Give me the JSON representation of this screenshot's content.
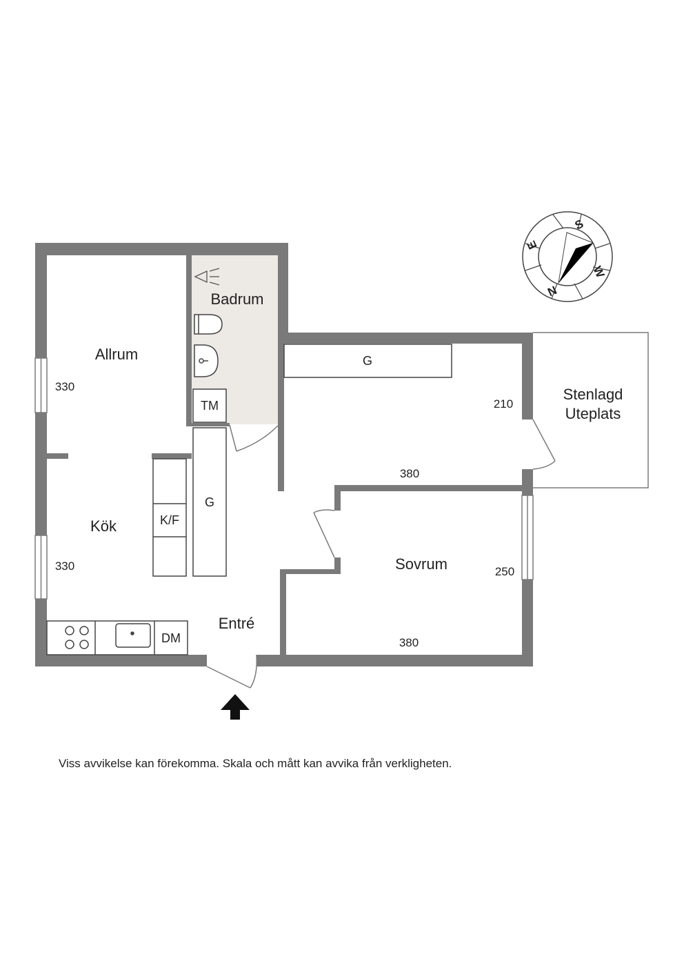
{
  "rooms": {
    "allrum": "Allrum",
    "badrum": "Badrum",
    "kok": "Kök",
    "entre": "Entré",
    "sovrum": "Sovrum",
    "uteplats_line1": "Stenlagd",
    "uteplats_line2": "Uteplats"
  },
  "dimensions": {
    "allrum_height": "330",
    "kok_height": "330",
    "hall_depth": "210",
    "hall_width": "380",
    "sovrum_depth": "250",
    "sovrum_width": "380"
  },
  "fixtures": {
    "hall_wardrobe": "G",
    "kitchen_wardrobe": "G",
    "washer": "TM",
    "fridge_freezer": "K/F",
    "dishwasher": "DM"
  },
  "compass": {
    "s": "S",
    "w": "W",
    "n": "N",
    "e": "E"
  },
  "colors": {
    "wall": "#7a7a7a",
    "bathroom_floor": "#ede9e5"
  },
  "disclaimer": "Viss avvikelse kan förekomma. Skala och mått kan avvika från verkligheten."
}
